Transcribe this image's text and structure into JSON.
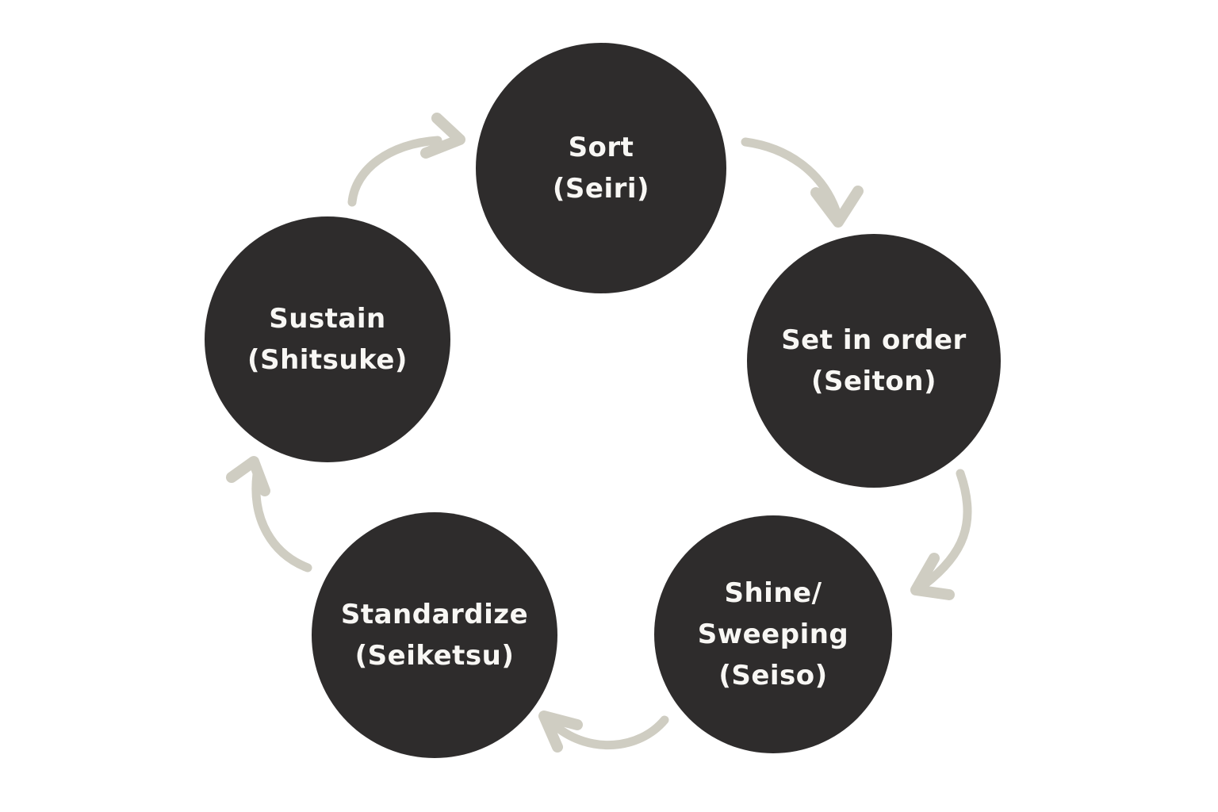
{
  "title": "5S cycle diagram",
  "colors": {
    "background": "#ffffff",
    "circle_fill": "#2e2c2c",
    "text": "#f8f7f4",
    "arrow": "#cfcdc2"
  },
  "steps": [
    {
      "id": "sort",
      "label": "Sort (Seiri)",
      "lines": [
        "Sort",
        "(Seiri)"
      ]
    },
    {
      "id": "set-in-order",
      "label": "Set in order (Seiton)",
      "lines": [
        "Set in order",
        "(Seiton)"
      ]
    },
    {
      "id": "shine",
      "label": "Shine/Sweeping (Seiso)",
      "lines": [
        "Shine/",
        "Sweeping",
        "(Seiso)"
      ]
    },
    {
      "id": "standardize",
      "label": "Standardize (Seiketsu)",
      "lines": [
        "Standardize",
        "(Seiketsu)"
      ]
    },
    {
      "id": "sustain",
      "label": "Sustain (Shitsuke)",
      "lines": [
        "Sustain",
        "(Shitsuke)"
      ]
    }
  ],
  "arrows": [
    {
      "name": "arrow-sort-to-set-in-order",
      "from": "Sort (Seiri)",
      "to": "Set in order (Seiton)"
    },
    {
      "name": "arrow-set-in-order-to-shine",
      "from": "Set in order (Seiton)",
      "to": "Shine/Sweeping (Seiso)"
    },
    {
      "name": "arrow-shine-to-standardize",
      "from": "Shine/Sweeping (Seiso)",
      "to": "Standardize (Seiketsu)"
    },
    {
      "name": "arrow-standardize-to-sustain",
      "from": "Standardize (Seiketsu)",
      "to": "Sustain (Shitsuke)"
    },
    {
      "name": "arrow-sustain-to-sort",
      "from": "Sustain (Shitsuke)",
      "to": "Sort (Seiri)"
    }
  ]
}
